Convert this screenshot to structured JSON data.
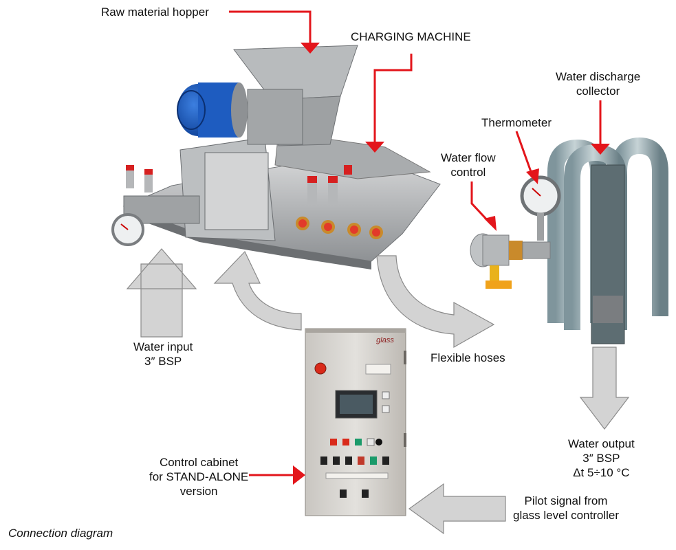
{
  "labels": {
    "hopper": "Raw material hopper",
    "charging_machine": "CHARGING MACHINE",
    "water_discharge": [
      "Water discharge",
      "collector"
    ],
    "thermometer": "Thermometer",
    "water_flow": [
      "Water flow",
      "control"
    ],
    "water_input": [
      "Water input",
      "3″ BSP"
    ],
    "flexible_hoses": "Flexible hoses",
    "water_output": [
      "Water output",
      "3″ BSP",
      "Δt  5÷10 °C"
    ],
    "control_cabinet": [
      "Control cabinet",
      "for STAND-ALONE",
      "version"
    ],
    "pilot_signal": [
      "Pilot signal from",
      "glass level controller"
    ]
  },
  "caption": "Connection diagram",
  "colors": {
    "pointer_red": "#e3151b",
    "flow_arrow": "#d3d3d3",
    "flow_arrow_stroke": "#8a8a8a"
  },
  "cabinet": {
    "brand": "glass"
  }
}
